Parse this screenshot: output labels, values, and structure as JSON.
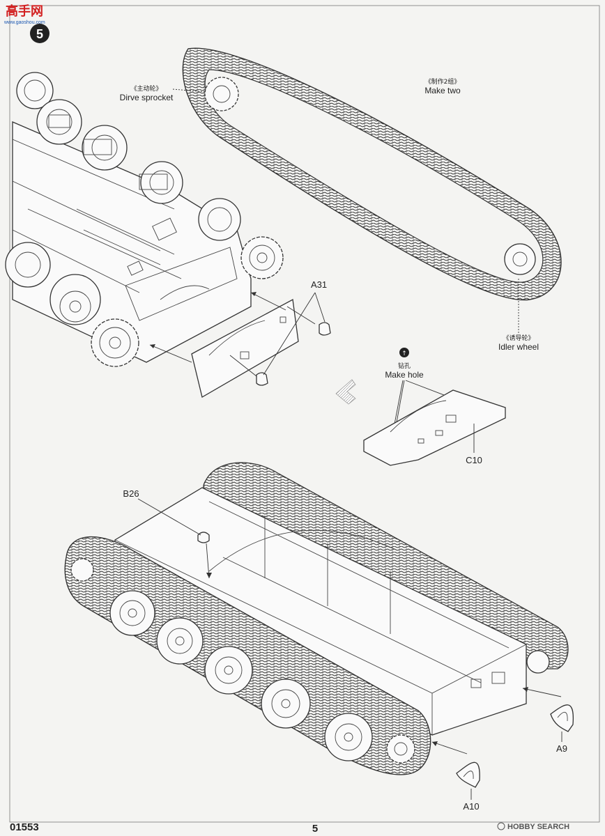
{
  "header": {
    "logo_text": "高手网",
    "logo_sub": "www.gaoshou.com",
    "step_number": "5"
  },
  "callouts": {
    "drive_sprocket_cn": "《主动轮》",
    "drive_sprocket_en": "Dirve sprocket",
    "make_two_cn": "《制作2组》",
    "make_two_en": "Make two",
    "idler_cn": "《诱导轮》",
    "idler_en": "Idler wheel",
    "make_hole_cn": "钻孔",
    "make_hole_en": "Make hole",
    "make_hole_symbol": "↑"
  },
  "parts": {
    "a31": "A31",
    "c10": "C10",
    "b26": "B26",
    "a9": "A9",
    "a10": "A10"
  },
  "footer": {
    "product_code": "01553",
    "page_number": "5",
    "watermark": "HOBBY SEARCH"
  },
  "colors": {
    "line": "#333333",
    "paper": "#f4f4f2",
    "logo_red": "#d22020",
    "logo_blue": "#1a56b0"
  }
}
